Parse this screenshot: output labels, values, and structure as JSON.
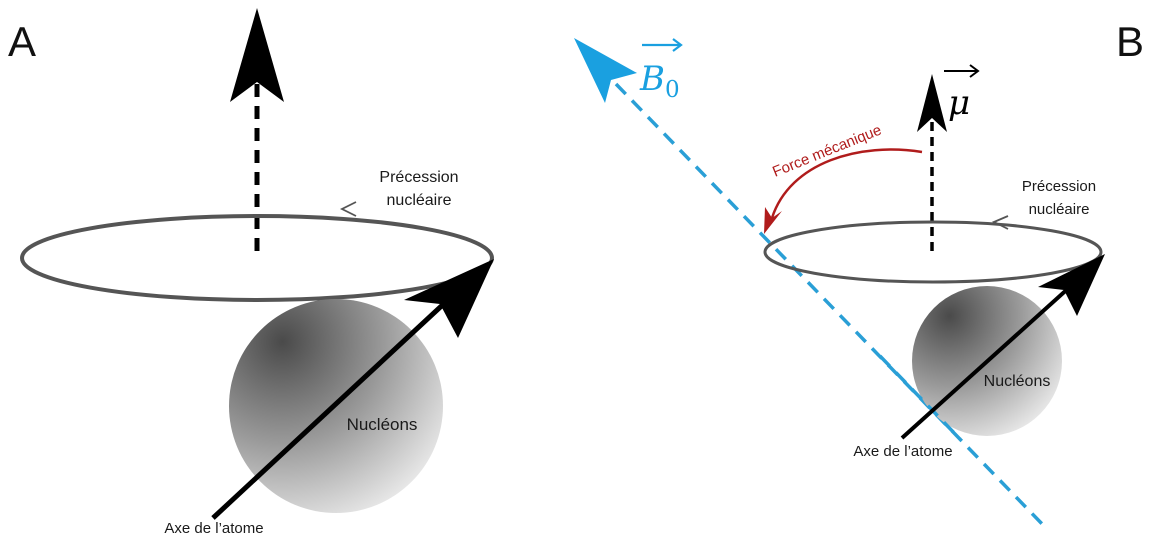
{
  "panels": [
    {
      "letter": "A",
      "precession_label_line1": "Précession",
      "precession_label_line2": "nucléaire",
      "nucleons_label": "Nucléons",
      "axis_label": "Axe de l’atome"
    },
    {
      "letter": "B",
      "precession_label_line1": "Précession",
      "precession_label_line2": "nucléaire",
      "nucleons_label": "Nucléons",
      "axis_label": "Axe de l’atome",
      "force_label": "Force mécanique",
      "field_symbol": "B",
      "field_subscript": "0",
      "moment_symbol": "μ"
    }
  ],
  "colors": {
    "field_line": "#2a9fd6",
    "field_arrow": "#1aa0e0",
    "force_arrow": "#b01c1c",
    "orbit": "#555555",
    "axis_arrow": "#000000"
  }
}
